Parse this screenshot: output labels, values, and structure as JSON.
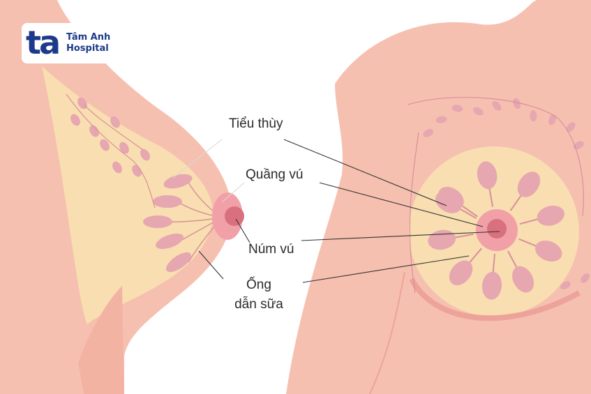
{
  "logo": {
    "mark": "ta",
    "name_line1": "Tâm Anh",
    "name_line2": "Hospital",
    "mark_color": "#1d3a8a",
    "accent_color": "#2fb4e0"
  },
  "labels": {
    "lobule": "Tiểu thùy",
    "areola": "Quầng vú",
    "nipple": "Núm vú",
    "milk_duct_line1": "Ống",
    "milk_duct_line2": "dẫn sữa"
  },
  "colors": {
    "skin": "#f6c0b0",
    "skin_dark": "#eda39a",
    "fat_tissue": "#f8deb0",
    "gland": "#e6a7b0",
    "gland_stroke": "#d98f9b",
    "areola": "#f1a0a8",
    "nipple": "#d9707e",
    "leader_line": "#333333"
  }
}
